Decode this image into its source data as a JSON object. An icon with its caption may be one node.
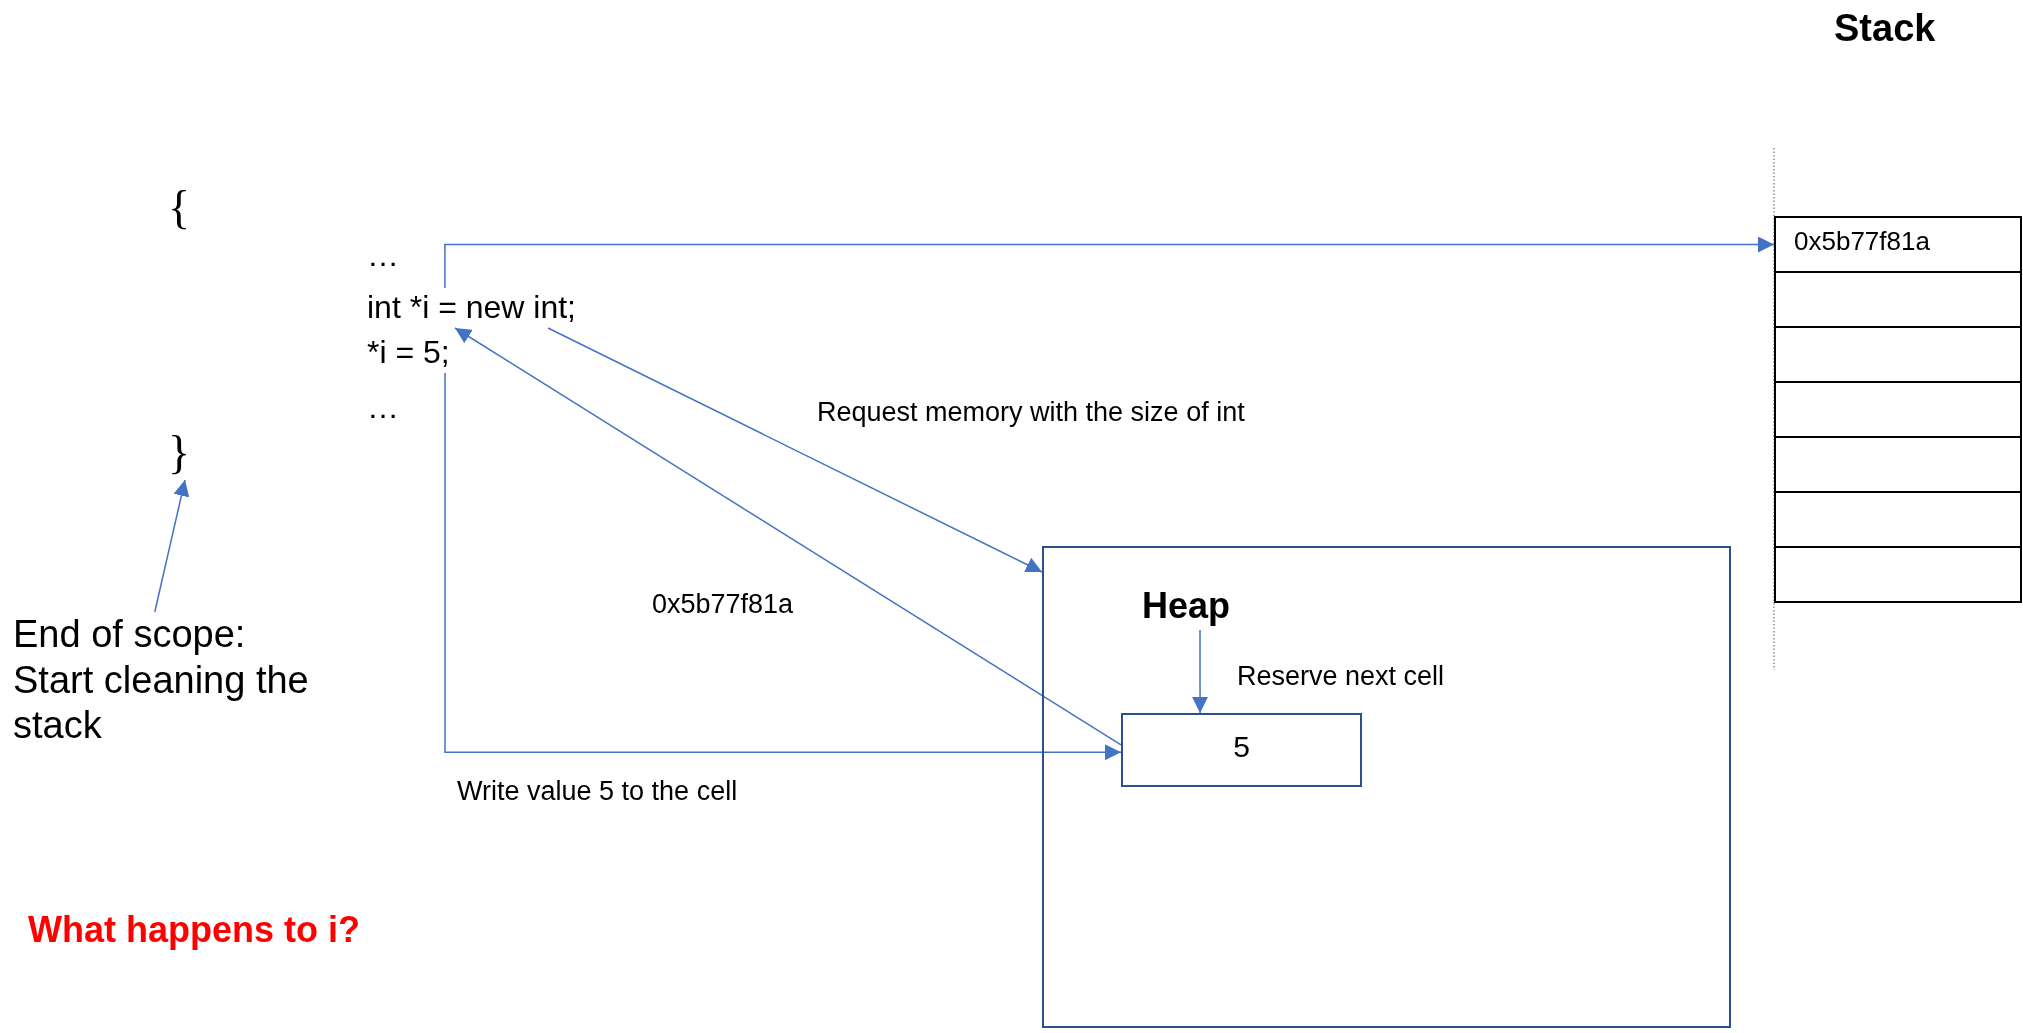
{
  "diagram": {
    "nodes": [
      {
        "text": [
          "{"
        ]
      },
      {
        "text": [
          "…"
        ]
      },
      {
        "text": [
          "int *i = new int;"
        ]
      },
      {
        "text": [
          "*i = 5;"
        ]
      },
      {
        "text": [
          "…"
        ]
      },
      {
        "text": [
          "}"
        ]
      },
      {
        "text": [
          "End of scope: Start cleaning the stack"
        ]
      },
      {
        "text": [
          "Stack"
        ]
      },
      {
        "text": [
          "0x5b77f81a"
        ],
        "in": 7
      },
      {
        "text": [],
        "shape": "box",
        "in": 7
      },
      {
        "text": [],
        "shape": "box",
        "in": 7
      },
      {
        "text": [],
        "shape": "box",
        "in": 7
      },
      {
        "text": [],
        "shape": "box",
        "in": 7
      },
      {
        "text": [],
        "shape": "box",
        "in": 7
      },
      {
        "text": [],
        "shape": "box",
        "in": 7
      },
      {
        "text": [],
        "shape": "box"
      },
      {
        "text": [
          "Heap"
        ],
        "in": 15
      },
      {
        "text": [
          "5"
        ],
        "in": 15
      }
    ],
    "edges": [
      {
        "from": 2,
        "to": 8,
        "arrow": "to"
      },
      {
        "from": 2,
        "to": 15,
        "label": "Request memory with the size of int",
        "arrow": "to"
      },
      {
        "from": 17,
        "to": 2,
        "label": "0x5b77f81a",
        "arrow": "to"
      },
      {
        "from": 3,
        "to": 17,
        "label": "Write value 5 to the cell",
        "arrow": "to"
      },
      {
        "from": 16,
        "to": 17,
        "label": "Reserve next cell",
        "arrow": "to"
      },
      {
        "from": 6,
        "to": 5,
        "arrow": "to"
      }
    ],
    "labels": [
      "What happens to i?"
    ]
  }
}
